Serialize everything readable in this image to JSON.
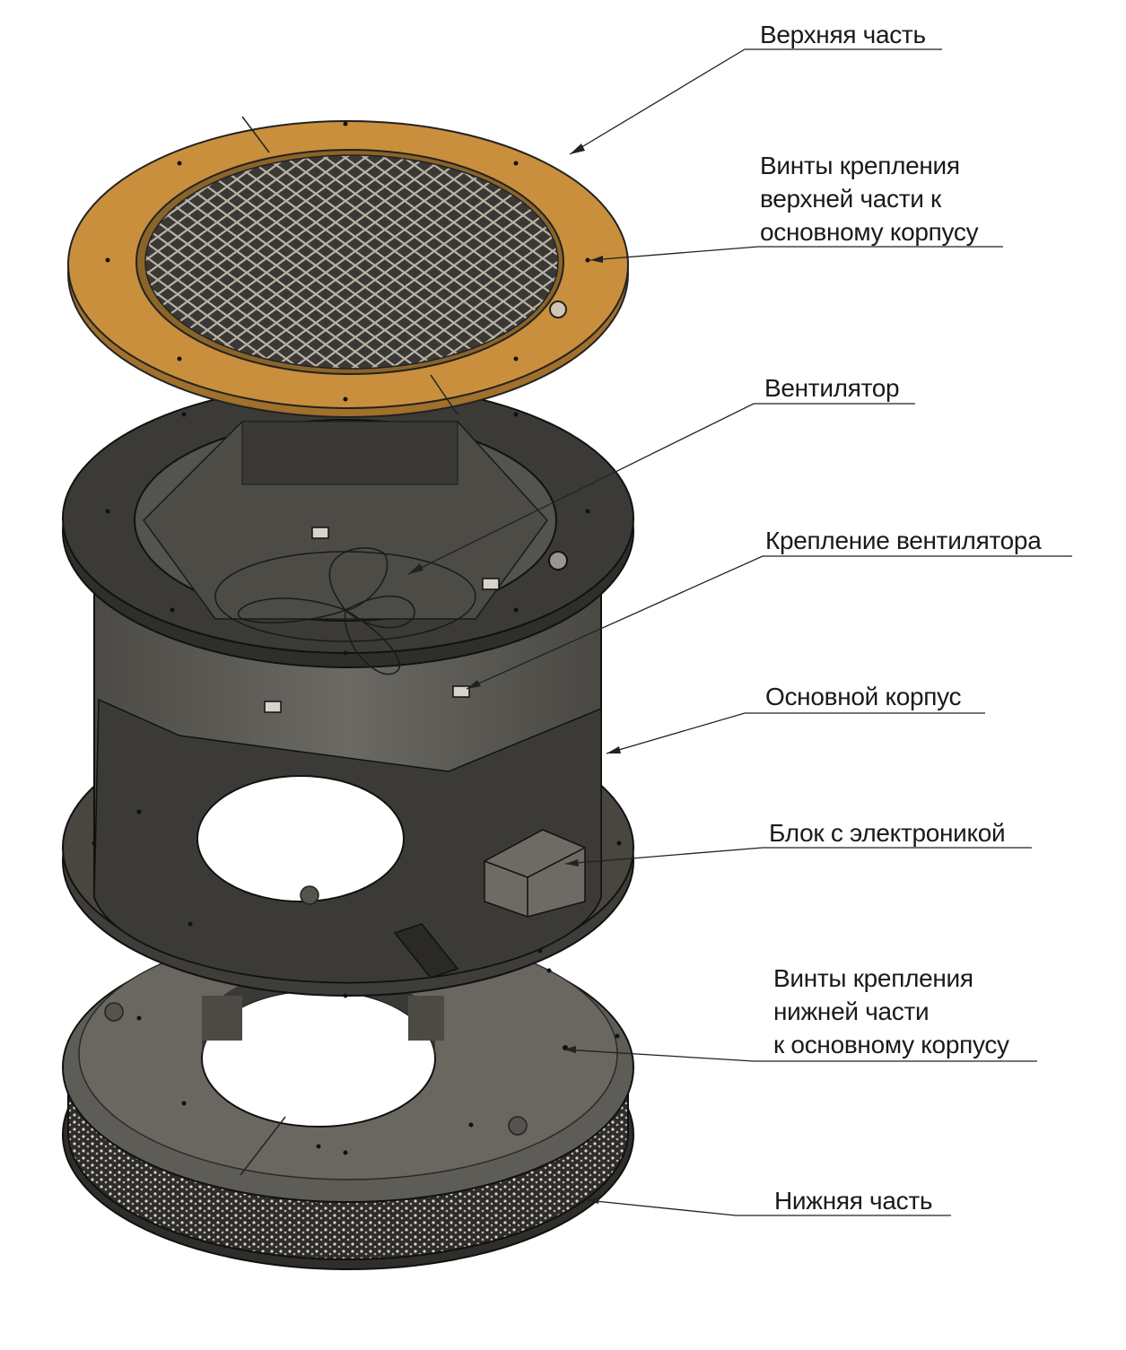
{
  "labels": {
    "top_part": "Верхняя часть",
    "top_screws": [
      "Винты крепления",
      "верхней части к",
      "основному корпусу"
    ],
    "fan": "Вентилятор",
    "fan_mount": "Крепление вентилятора",
    "main_body": "Основной корпус",
    "electronics": "Блок с электроникой",
    "bottom_screws": [
      "Винты крепления",
      "нижней части",
      "к основному корпусу"
    ],
    "bottom_part": "Нижняя часть"
  },
  "colors": {
    "top_ring": "#c98f3c",
    "body_dark": "#3c3b37",
    "body_mid": "#5b5953",
    "body_light": "#6e6c66",
    "mesh_dark": "#2b2a28",
    "line": "#222222"
  }
}
